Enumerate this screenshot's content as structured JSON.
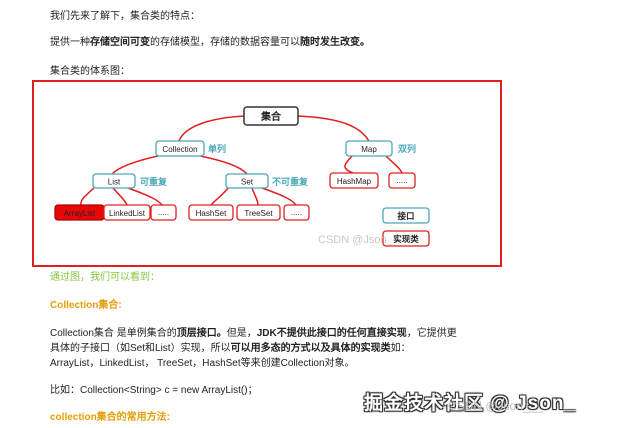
{
  "intro": {
    "line1": "我们先来了解下，集合类的特点：",
    "line2_a": "提供一种",
    "line2_b": "存储空间可变",
    "line2_c": "的存储模型，存储的数据容量可以",
    "line2_d": "随时发生改变。",
    "system_label": "集合类的体系图："
  },
  "diagram": {
    "root": "集合",
    "collection": "Collection",
    "collection_note": "单列",
    "map": "Map",
    "map_note": "双列",
    "list": "List",
    "list_note": "可重复",
    "set": "Set",
    "set_note": "不可重复",
    "hashmap": "HashMap",
    "map_more": ".....",
    "arraylist": "ArrayList",
    "linkedlist": "LinkedList",
    "list_more": ".....",
    "hashset": "HashSet",
    "treeset": "TreeSet",
    "set_more": ".....",
    "legend_interface": "接口",
    "legend_impl": "实现类",
    "watermark": "CSDN @Json_"
  },
  "body": {
    "through_text": "通过图，我们可以看到：",
    "collection_heading": "Collection集合:",
    "para_l1_a": "Collection集合 是单例集合的",
    "para_l1_b": "顶层接口。",
    "para_l1_c": "但是，",
    "para_l1_d": "JDK不提供此接口的任何直接实现",
    "para_l1_e": "，它提供更",
    "para_l2_a": "具体的子接口（如Set和List）实现，所以",
    "para_l2_b": "可以用多态的方式以及具体的实现类",
    "para_l2_c": "如：",
    "para_l3": "ArrayList，LinkedList， TreeSet，HashSet等来创建Collection对象。",
    "example": "比如：Collection<String> c = new ArrayList()；",
    "methods_heading": "collection集合的常用方法:"
  },
  "watermark_big": "掘金技术社区 @ Json_",
  "watermark_small": "CSDN @Json___",
  "colors": {
    "red_border": "#e02020",
    "teal_border": "#4aa8b8",
    "red_fill": "#e8070b",
    "green": "#88c440",
    "orange": "#e59e0b"
  }
}
